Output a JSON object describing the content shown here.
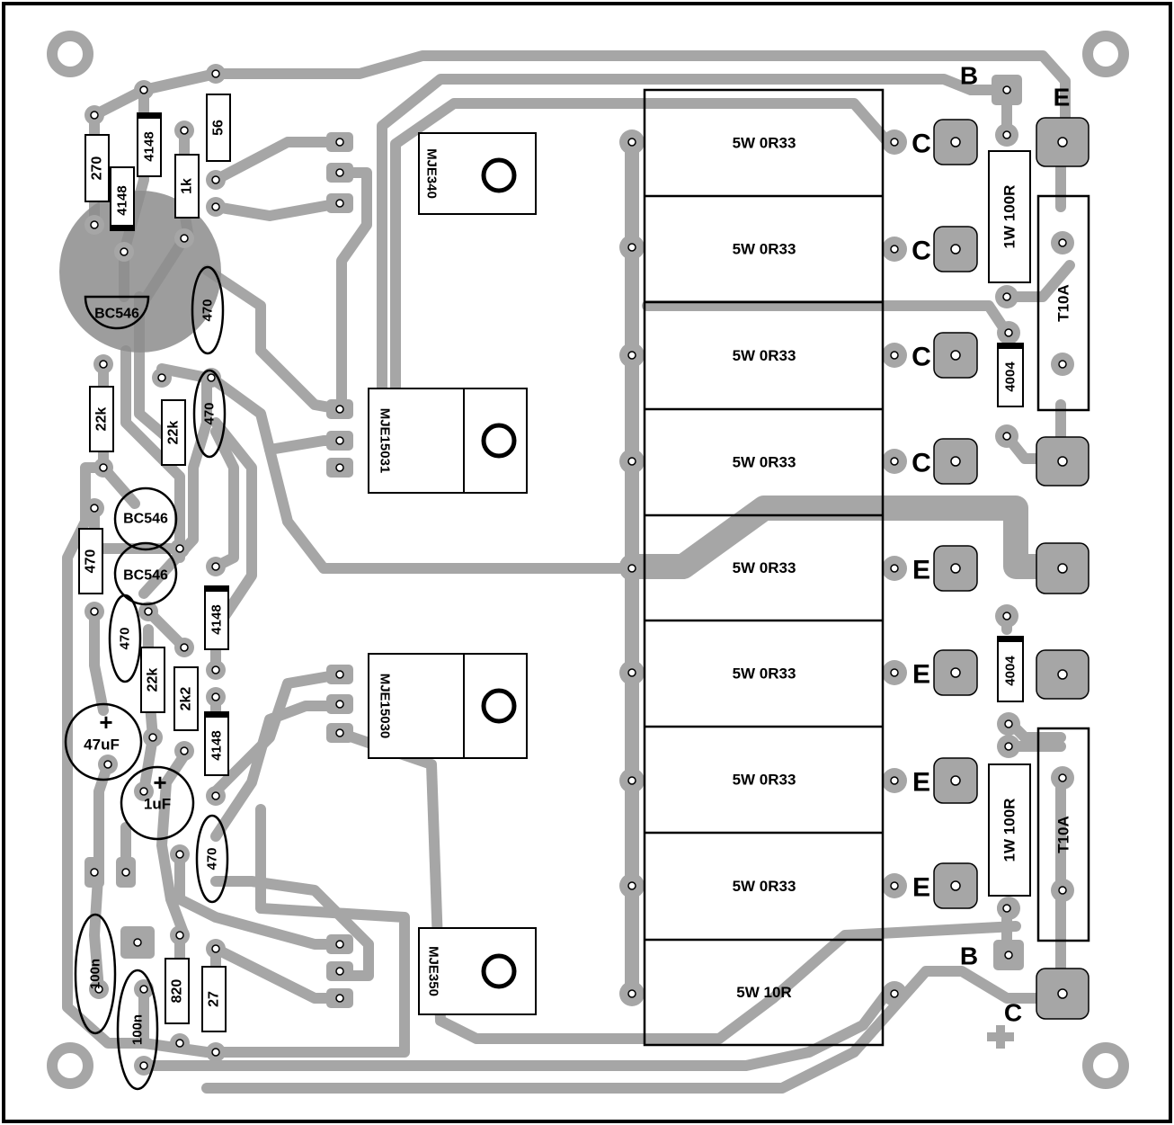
{
  "power_resistors": [
    "5W 0R33",
    "5W 0R33",
    "5W 0R33",
    "5W 0R33",
    "5W 0R33",
    "5W 0R33",
    "5W 0R33",
    "5W 0R33",
    "5W 10R"
  ],
  "output_terminals": [
    "C",
    "C",
    "C",
    "C",
    "E",
    "E",
    "E",
    "E"
  ],
  "transistors": {
    "mje340": "MJE340",
    "mje350": "MJE350",
    "mje15031": "MJE15031",
    "mje15030": "MJE15030",
    "bc546": "BC546"
  },
  "resistors": {
    "r270": "270",
    "r56": "56",
    "r1k": "1k",
    "r470": "470",
    "r22k": "22k",
    "r2k2": "2k2",
    "r820": "820",
    "r27": "27",
    "r1w": "1W 100R"
  },
  "diodes": {
    "d4148": "4148",
    "d4004": "4004"
  },
  "capacitors": {
    "c47u": "47uF",
    "c1u": "1uF",
    "c100n": "100n"
  },
  "fuse": "T10A",
  "terminals": {
    "b": "B",
    "e": "E",
    "c": "C",
    "plus": "+"
  }
}
